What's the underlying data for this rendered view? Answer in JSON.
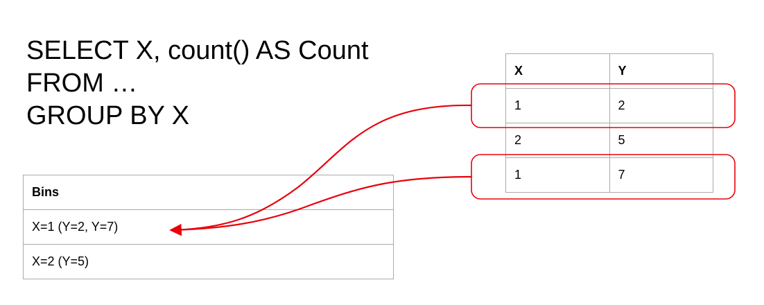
{
  "query": {
    "lines": [
      "SELECT X, count() AS Count",
      "FROM …",
      "GROUP BY X"
    ]
  },
  "bins_table": {
    "header": "Bins",
    "rows": [
      "X=1 (Y=2, Y=7)",
      "X=2 (Y=5)"
    ]
  },
  "source_table": {
    "headers": [
      "X",
      "Y"
    ],
    "rows": [
      [
        "1",
        "2"
      ],
      [
        "2",
        "5"
      ],
      [
        "1",
        "7"
      ]
    ]
  },
  "colors": {
    "highlight": "#e8000b",
    "border": "#aaaaaa"
  }
}
